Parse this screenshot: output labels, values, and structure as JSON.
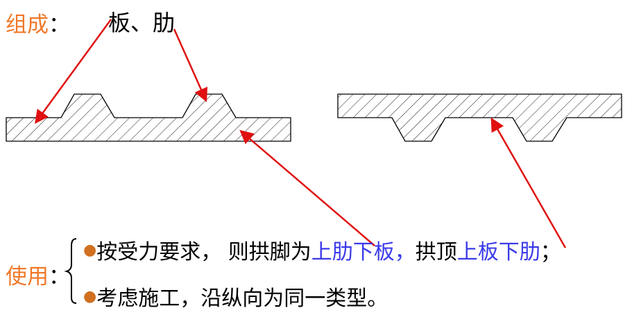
{
  "composition": {
    "label": "组成",
    "colon": "：",
    "items": "板、肋"
  },
  "usage": {
    "label": "使用",
    "colon": "：",
    "bullets": [
      {
        "segments": [
          {
            "text": "按受力要求， 则拱脚为",
            "color": "black"
          },
          {
            "text": "上肋下板，",
            "color": "blue"
          },
          {
            "text": "拱顶",
            "color": "black"
          },
          {
            "text": "上板下肋",
            "color": "blue"
          },
          {
            "text": "；",
            "color": "black"
          }
        ]
      },
      {
        "segments": [
          {
            "text": "考虑施工，沿纵向为同一类型。",
            "color": "black"
          }
        ]
      }
    ]
  },
  "diagrams": [
    {
      "name": "ribs-on-top-section",
      "description": "plate with ribs above"
    },
    {
      "name": "ribs-below-section",
      "description": "plate with ribs below"
    }
  ],
  "colors": {
    "label_orange": "#f07828",
    "highlight_blue": "#3a3ae8",
    "arrow_red": "#e01010",
    "bullet_orange": "#d07020"
  }
}
